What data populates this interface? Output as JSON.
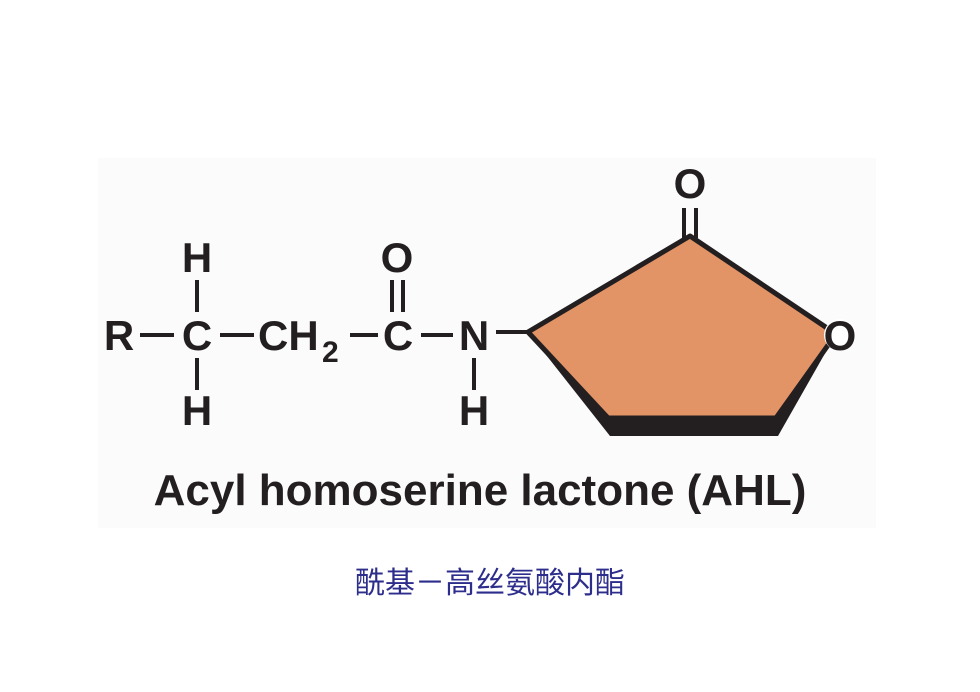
{
  "atoms": {
    "r": "R",
    "c_alpha": "C",
    "h_top": "H",
    "h_bottom": "H",
    "ch2_main": "CH",
    "ch2_sub": "2",
    "o_carbonyl": "O",
    "c_carbonyl": "C",
    "n": "N",
    "h_n": "H",
    "o_ring_carbonyl": "O",
    "o_ring": "O"
  },
  "caption_en": "Acyl homoserine lactone (AHL)",
  "caption_cn": "酰基－高丝氨酸内酯",
  "colors": {
    "ring_fill": "#e39467",
    "ink": "#231f20",
    "caption_cn": "#2d2d8c"
  }
}
